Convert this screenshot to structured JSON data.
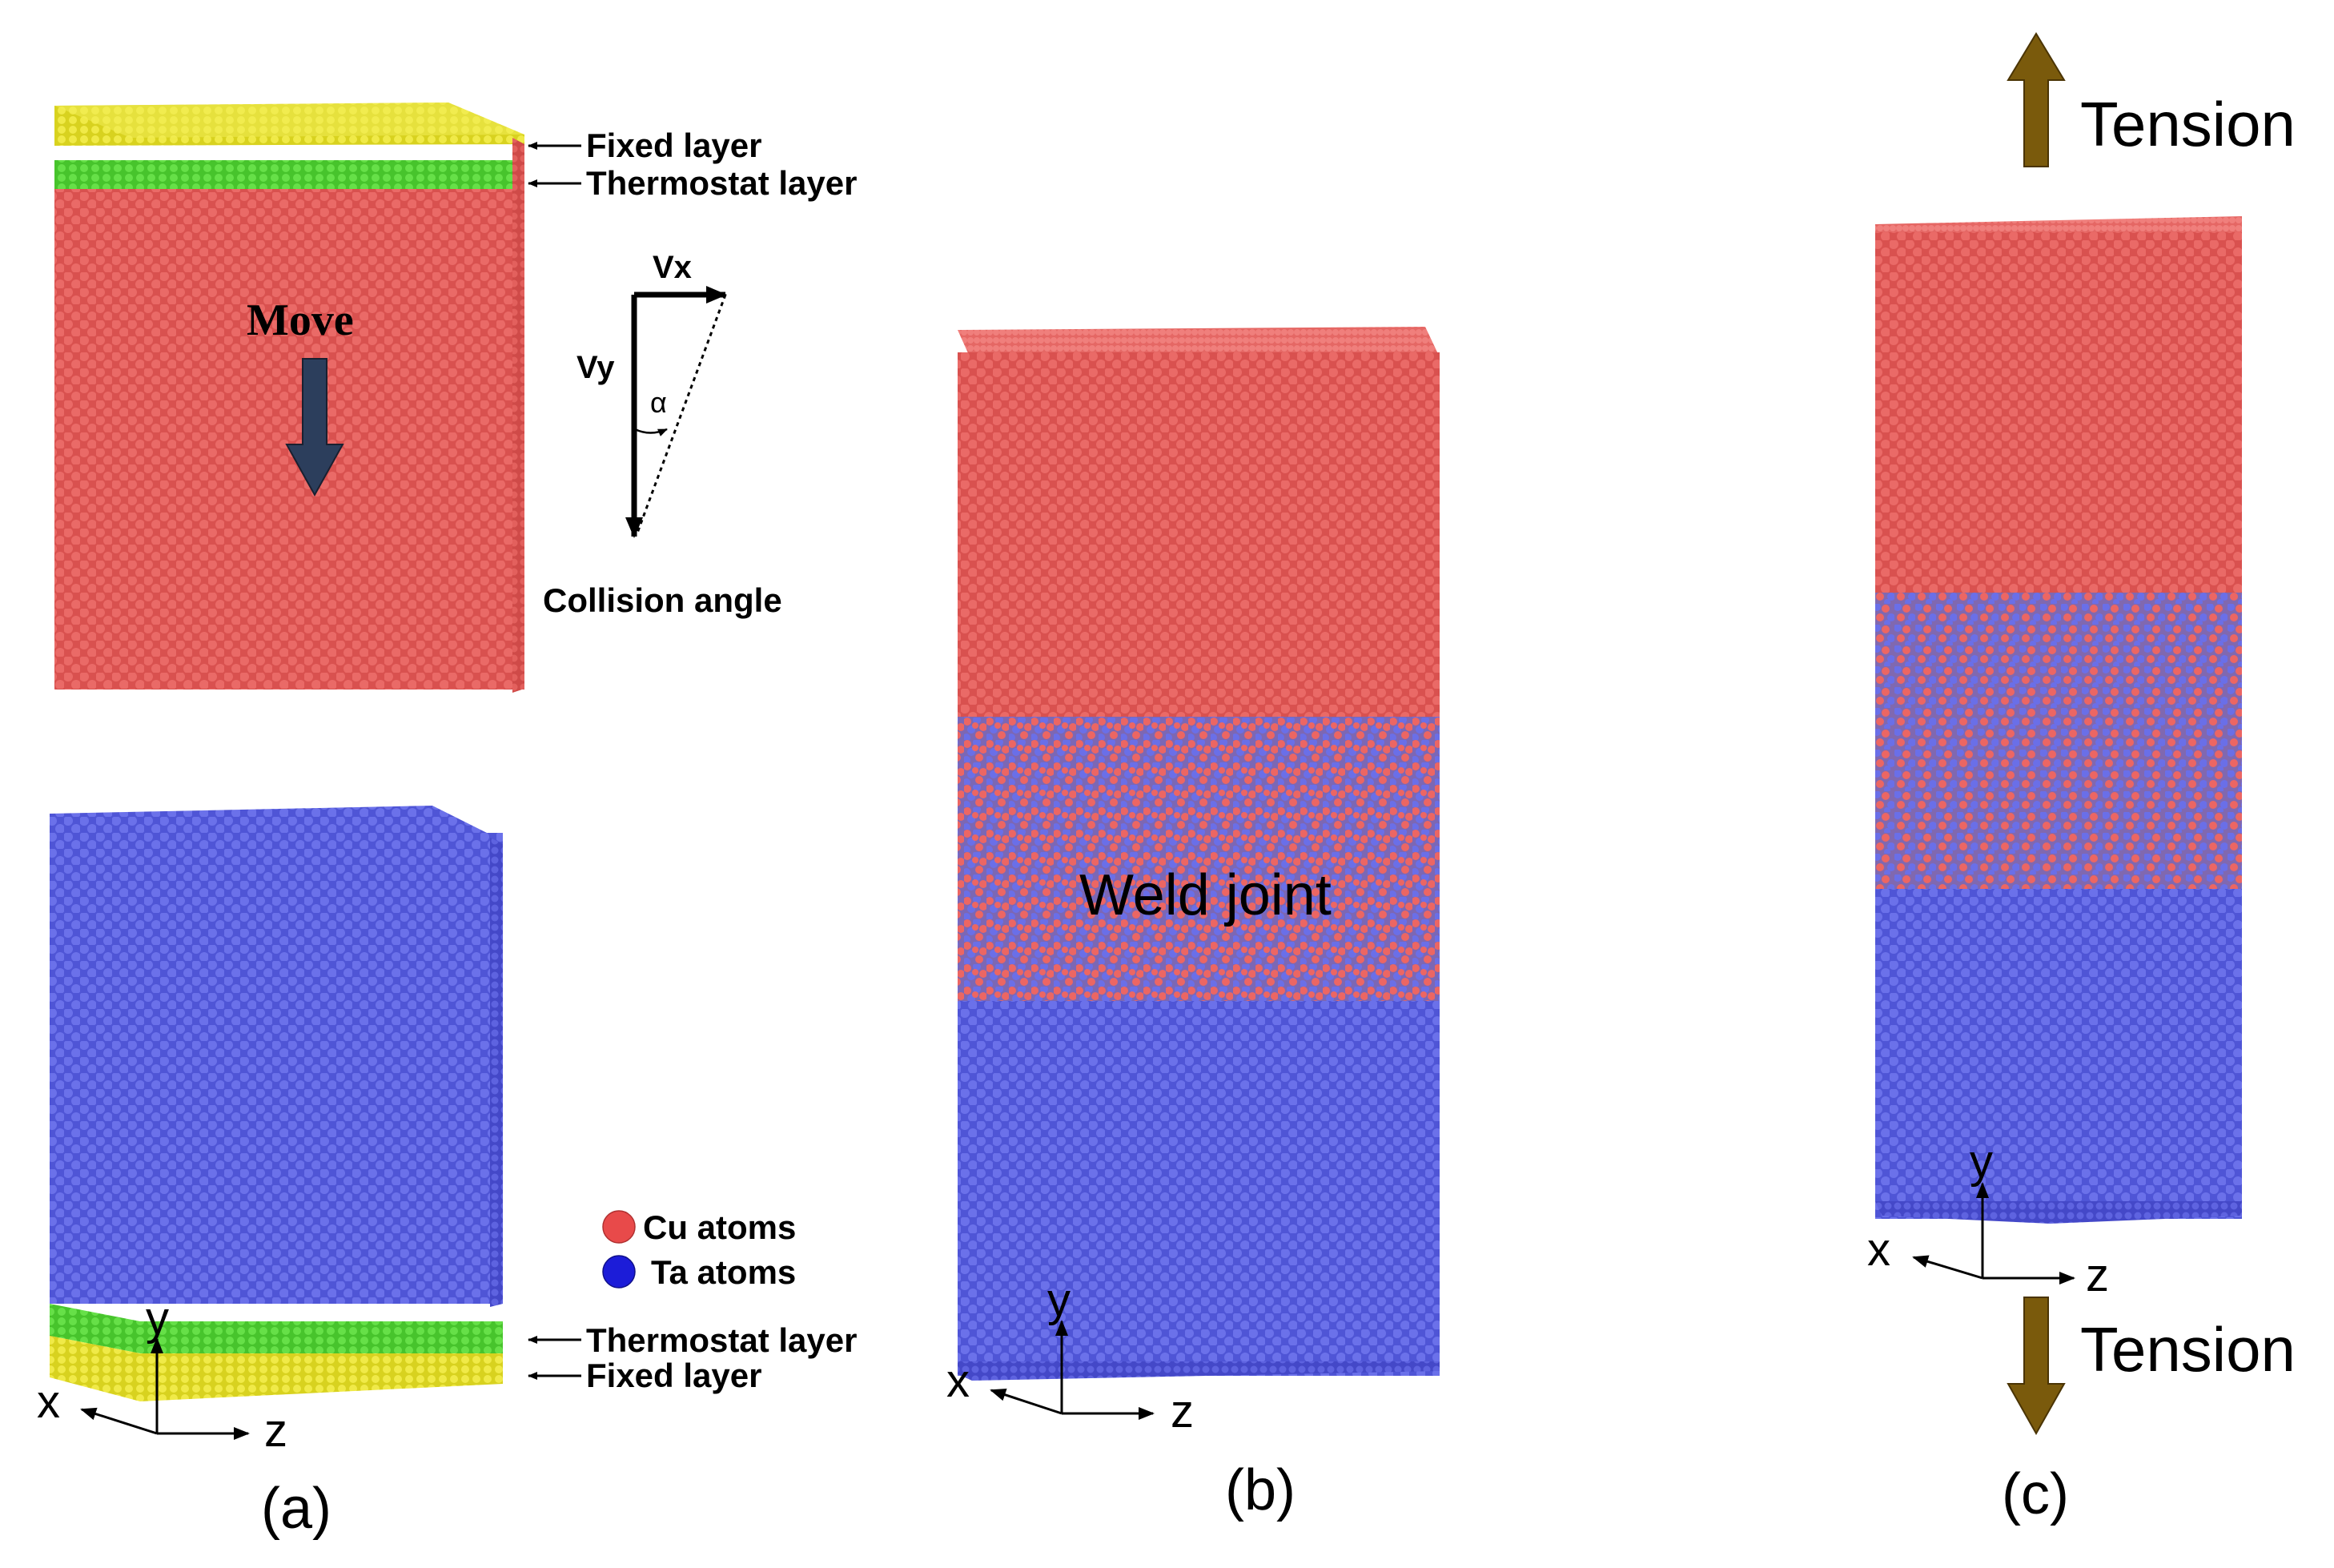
{
  "panel_a": {
    "label": "(a)",
    "top_labels": {
      "fixed": "Fixed layer",
      "thermostat": "Thermostat layer"
    },
    "bottom_labels": {
      "thermostat": "Thermostat layer",
      "fixed": "Fixed layer"
    },
    "move_label": "Move",
    "velocity": {
      "vx": "Vx",
      "vy": "Vy",
      "alpha": "α",
      "caption": "Collision angle"
    },
    "legend": {
      "cu": "Cu atoms",
      "ta": "Ta atoms"
    },
    "axes": {
      "x": "x",
      "y": "y",
      "z": "z"
    }
  },
  "panel_b": {
    "label": "(b)",
    "weld_label": "Weld joint",
    "axes": {
      "x": "x",
      "y": "y",
      "z": "z"
    }
  },
  "panel_c": {
    "label": "(c)",
    "tension_top": "Tension",
    "tension_bottom": "Tension",
    "axes": {
      "x": "x",
      "y": "y",
      "z": "z"
    }
  },
  "colors": {
    "cu": "#e0575a",
    "ta": "#5a5ee0",
    "fixed": "#e8e23a",
    "thermostat": "#59d638",
    "move_arrow": "#2c3e5c",
    "tension_arrow": "#7a5a0c"
  }
}
